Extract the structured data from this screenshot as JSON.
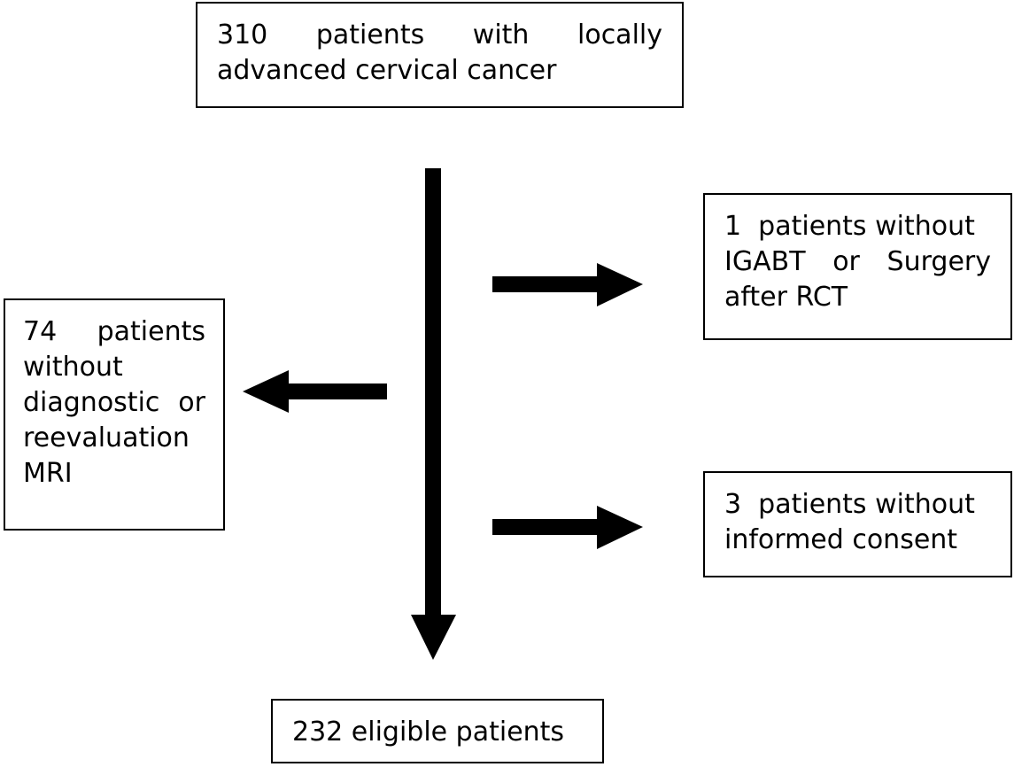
{
  "boxes": {
    "top": {
      "line1": [
        "310",
        "patients",
        "with",
        "locally"
      ],
      "line2": "advanced cervical cancer"
    },
    "left": {
      "line1": [
        "74",
        "patients"
      ],
      "line2": "without",
      "line3": [
        "diagnostic",
        "or"
      ],
      "line4": "reevaluation",
      "line5": "MRI"
    },
    "right1": {
      "line1": [
        "1",
        "patients without"
      ],
      "line2": [
        "IGABT",
        "or",
        "Surgery"
      ],
      "line3": "after RCT"
    },
    "right2": {
      "line1": [
        "3",
        "patients without"
      ],
      "line2": "informed consent"
    },
    "bottom": {
      "text": "232 eligible patients"
    }
  },
  "colors": {
    "arrow": "#000000",
    "border": "#000000"
  }
}
